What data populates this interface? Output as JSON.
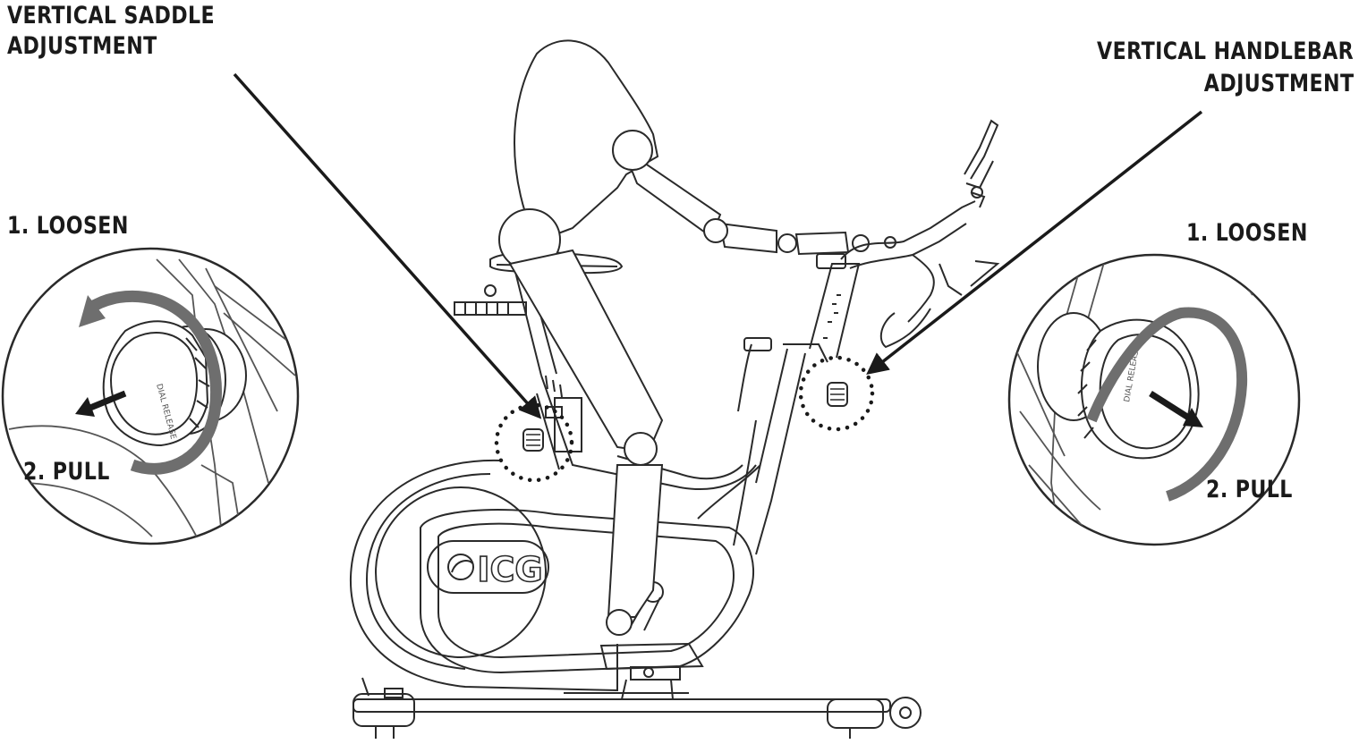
{
  "labels": {
    "saddle_line1": "VERTICAL SADDLE",
    "saddle_line2": "ADJUSTMENT",
    "handlebar_line1": "VERTICAL HANDLEBAR",
    "handlebar_line2": "ADJUSTMENT",
    "left_step1": "1. LOOSEN",
    "left_step2": "2. PULL",
    "right_step1": "1. LOOSEN",
    "right_step2": "2. PULL"
  },
  "brand": {
    "logo_text": "ICG"
  },
  "colors": {
    "line": "#2a2a2a",
    "rotate_arrow": "#6e6e6e",
    "pointer": "#1a1a1a"
  }
}
